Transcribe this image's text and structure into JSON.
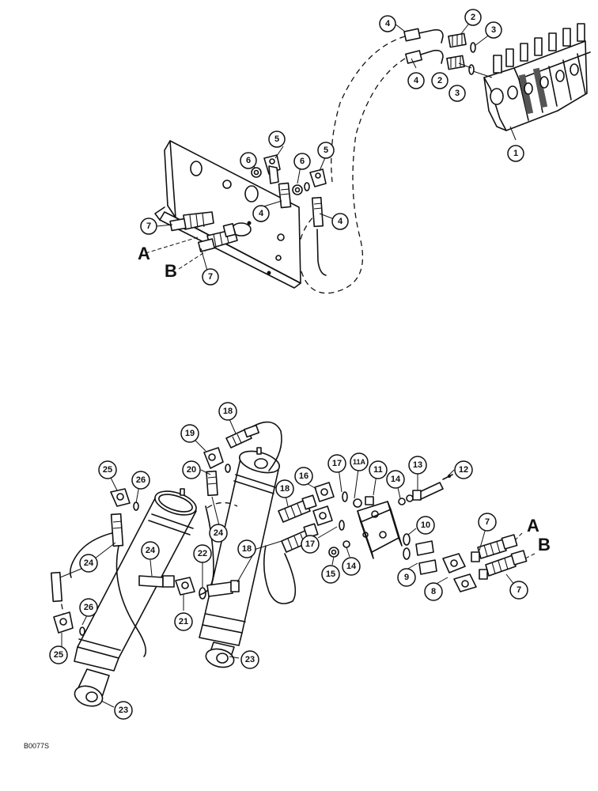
{
  "figure_code": "B0077S",
  "connection_labels": [
    "A",
    "B"
  ],
  "callouts": [
    {
      "id": "c4a",
      "text": "4"
    },
    {
      "id": "c2a",
      "text": "2"
    },
    {
      "id": "c3a",
      "text": "3"
    },
    {
      "id": "c4b",
      "text": "4"
    },
    {
      "id": "c2b",
      "text": "2"
    },
    {
      "id": "c3b",
      "text": "3"
    },
    {
      "id": "c1",
      "text": "1"
    },
    {
      "id": "c5a",
      "text": "5"
    },
    {
      "id": "c6a",
      "text": "6"
    },
    {
      "id": "c6b",
      "text": "6"
    },
    {
      "id": "c5b",
      "text": "5"
    },
    {
      "id": "c4c",
      "text": "4"
    },
    {
      "id": "c4d",
      "text": "4"
    },
    {
      "id": "c7a",
      "text": "7"
    },
    {
      "id": "c7b",
      "text": "7"
    },
    {
      "id": "c18a",
      "text": "18"
    },
    {
      "id": "c19",
      "text": "19"
    },
    {
      "id": "c20",
      "text": "20"
    },
    {
      "id": "c25a",
      "text": "25"
    },
    {
      "id": "c26a",
      "text": "26"
    },
    {
      "id": "c16",
      "text": "16"
    },
    {
      "id": "c17a",
      "text": "17"
    },
    {
      "id": "c11a",
      "text": "11A"
    },
    {
      "id": "c11",
      "text": "11"
    },
    {
      "id": "c13",
      "text": "13"
    },
    {
      "id": "c12",
      "text": "12"
    },
    {
      "id": "c14a",
      "text": "14"
    },
    {
      "id": "c18b",
      "text": "18"
    },
    {
      "id": "c24a",
      "text": "24"
    },
    {
      "id": "c24b",
      "text": "24"
    },
    {
      "id": "c24c",
      "text": "24"
    },
    {
      "id": "c22",
      "text": "22"
    },
    {
      "id": "c18c",
      "text": "18"
    },
    {
      "id": "c17b",
      "text": "17"
    },
    {
      "id": "c15",
      "text": "15"
    },
    {
      "id": "c14b",
      "text": "14"
    },
    {
      "id": "c10",
      "text": "10"
    },
    {
      "id": "c9",
      "text": "9"
    },
    {
      "id": "c8",
      "text": "8"
    },
    {
      "id": "c7c",
      "text": "7"
    },
    {
      "id": "c7d",
      "text": "7"
    },
    {
      "id": "c26b",
      "text": "26"
    },
    {
      "id": "c25b",
      "text": "25"
    },
    {
      "id": "c21",
      "text": "21"
    },
    {
      "id": "c23a",
      "text": "23"
    },
    {
      "id": "c23b",
      "text": "23"
    }
  ]
}
